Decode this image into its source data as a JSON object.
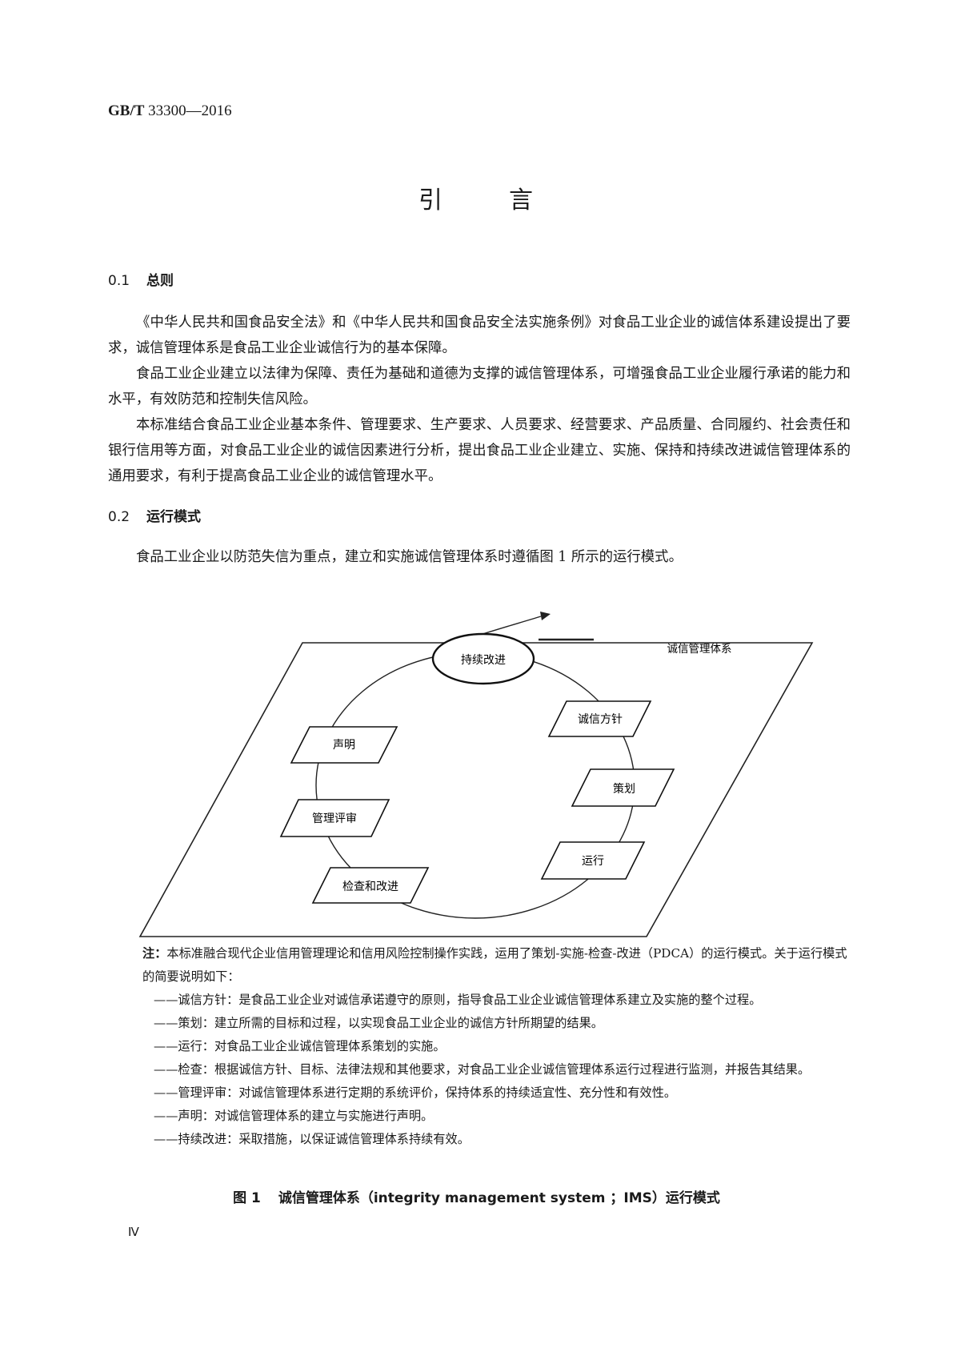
{
  "header": {
    "std_prefix": "GB/T",
    "std_number": "33300—2016"
  },
  "title": {
    "char1": "引",
    "char2": "言"
  },
  "sections": [
    {
      "number": "0.1",
      "title": "总则"
    },
    {
      "number": "0.2",
      "title": "运行模式"
    }
  ],
  "paragraphs": {
    "p1": "《中华人民共和国食品安全法》和《中华人民共和国食品安全法实施条例》对食品工业企业的诚信体系建设提出了要求，诚信管理体系是食品工业企业诚信行为的基本保障。",
    "p2": "食品工业企业建立以法律为保障、责任为基础和道德为支撑的诚信管理体系，可增强食品工业企业履行承诺的能力和水平，有效防范和控制失信风险。",
    "p3": "本标准结合食品工业企业基本条件、管理要求、生产要求、人员要求、经营要求、产品质量、合同履约、社会责任和银行信用等方面，对食品工业企业的诚信因素进行分析，提出食品工业企业建立、实施、保持和持续改进诚信管理体系的通用要求，有利于提高食品工业企业的诚信管理水平。",
    "p4": "食品工业企业以防范失信为重点，建立和实施诚信管理体系时遵循图 1 所示的运行模式。"
  },
  "diagram": {
    "system_label": "诚信管理体系",
    "top_node": "持续改进",
    "nodes": [
      "诚信方针",
      "策划",
      "运行",
      "检查和改进",
      "管理评审",
      "声明"
    ]
  },
  "note": {
    "label": "注：",
    "intro": "本标准融合现代企业信用管理理论和信用风险控制操作实践，运用了策划-实施-检查-改进（PDCA）的运行模式。关于运行模式的简要说明如下：",
    "items": [
      "——诚信方针：是食品工业企业对诚信承诺遵守的原则，指导食品工业企业诚信管理体系建立及实施的整个过程。",
      "——策划：建立所需的目标和过程，以实现食品工业企业的诚信方针所期望的结果。",
      "——运行：对食品工业企业诚信管理体系策划的实施。",
      "——检查：根据诚信方针、目标、法律法规和其他要求，对食品工业企业诚信管理体系运行过程进行监测，并报告其结果。",
      "——管理评审：对诚信管理体系进行定期的系统评价，保持体系的持续适宜性、充分性和有效性。",
      "——声明：对诚信管理体系的建立与实施进行声明。",
      "——持续改进：采取措施，以保证诚信管理体系持续有效。"
    ]
  },
  "caption": {
    "figure_label": "图 1",
    "text": "诚信管理体系（integrity management system ；IMS）运行模式"
  },
  "page_number": "Ⅳ"
}
